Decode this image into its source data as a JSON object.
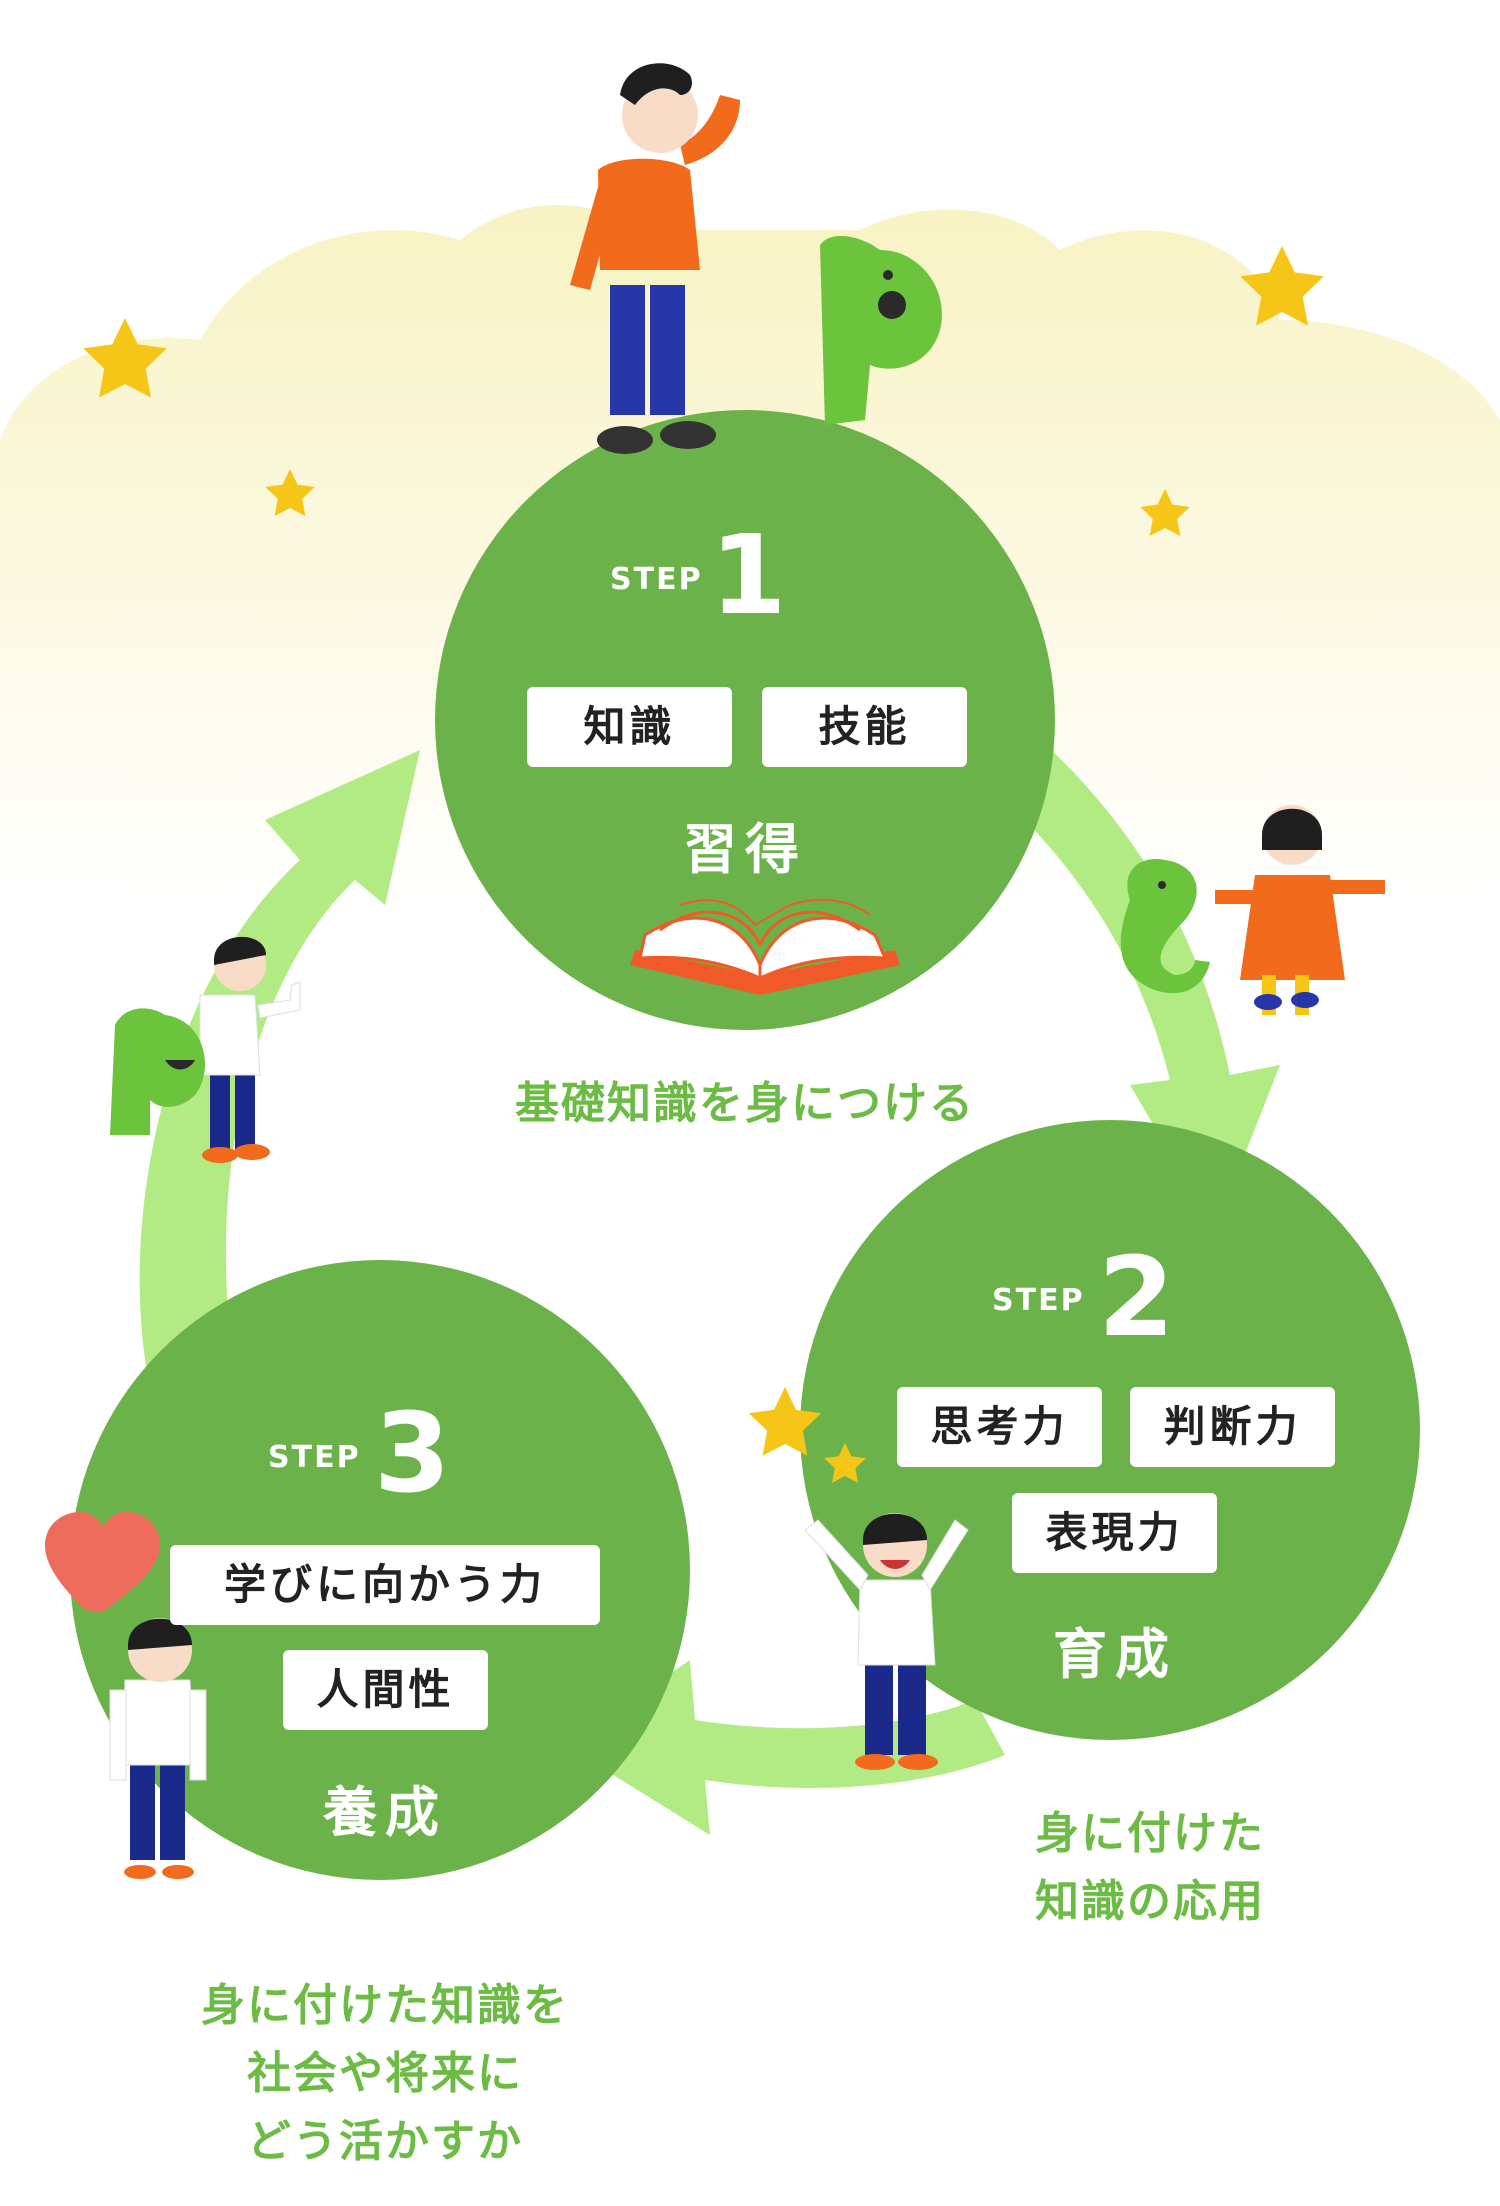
{
  "step1": {
    "step_label": "STEP",
    "number": "1",
    "tags": [
      "知識",
      "技能"
    ],
    "title": "習得",
    "caption": "基礎知識を身につける"
  },
  "step2": {
    "step_label": "STEP",
    "number": "2",
    "tags": [
      "思考力",
      "判断力",
      "表現力"
    ],
    "title": "育成",
    "caption_lines": [
      "身に付けた",
      "知識の応用"
    ]
  },
  "step3": {
    "step_label": "STEP",
    "number": "3",
    "tags": [
      "学びに向かう力",
      "人間性"
    ],
    "title": "養成",
    "caption_lines": [
      "身に付けた知識を",
      "社会や将来に",
      "どう活かすか"
    ]
  },
  "colors": {
    "circle_green": "#6cb24a",
    "arrow_green": "#b2eb84",
    "caption_green": "#6cbb45",
    "cloud_yellow": "#fbf6d6",
    "star_yellow": "#f5c518"
  },
  "icons": [
    "book-icon",
    "star-icon",
    "heart-icon"
  ]
}
